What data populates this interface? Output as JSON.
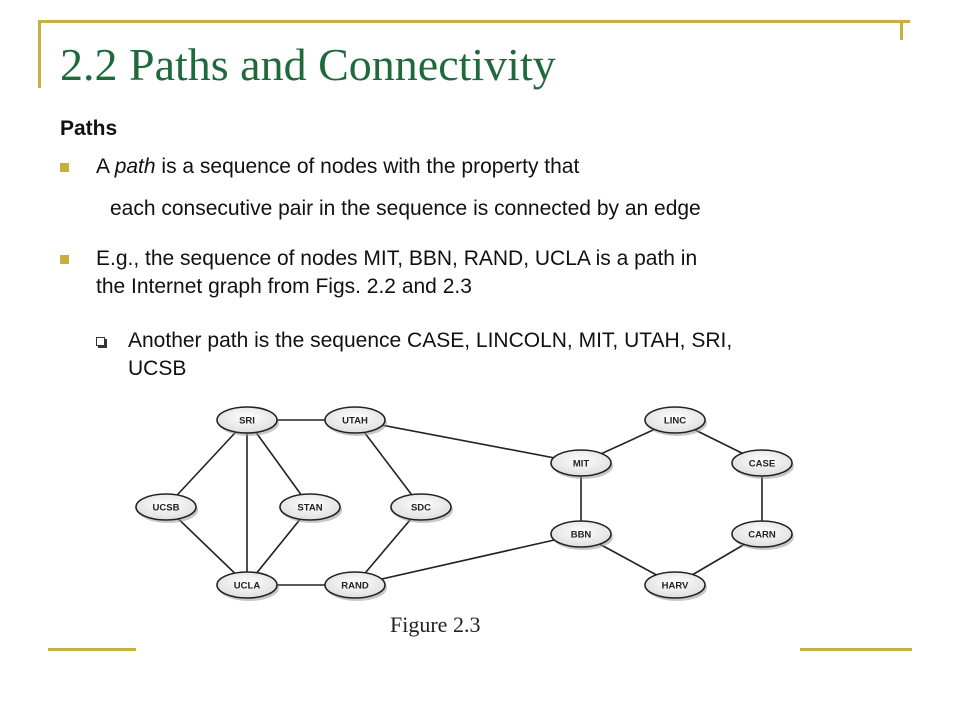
{
  "slide": {
    "title": "2.2 Paths and Connectivity",
    "heading": "Paths",
    "bullet1_pre": "A ",
    "bullet1_em": "path",
    "bullet1_post": " is a sequence of nodes with the property that",
    "indent_line": "each consecutive pair in the sequence is connected by an edge",
    "bullet2_line1": "E.g., the sequence of nodes MIT, BBN, RAND, UCLA is a path in",
    "bullet2_line2": "the Internet graph from Figs. 2.2 and 2.3",
    "sub_line1": "Another path is the sequence CASE, LINCOLN, MIT, UTAH, SRI,",
    "sub_line2": "UCSB",
    "caption": "Figure 2.3"
  },
  "graph": {
    "nodes": [
      "SRI",
      "UTAH",
      "UCSB",
      "STAN",
      "SDC",
      "UCLA",
      "RAND",
      "MIT",
      "BBN",
      "LINC",
      "CASE",
      "CARN",
      "HARV"
    ],
    "edges": [
      [
        "SRI",
        "UTAH"
      ],
      [
        "SRI",
        "UCSB"
      ],
      [
        "SRI",
        "STAN"
      ],
      [
        "SRI",
        "UCLA"
      ],
      [
        "UCSB",
        "UCLA"
      ],
      [
        "STAN",
        "UCLA"
      ],
      [
        "UCLA",
        "RAND"
      ],
      [
        "UTAH",
        "SDC"
      ],
      [
        "UTAH",
        "MIT"
      ],
      [
        "SDC",
        "RAND"
      ],
      [
        "RAND",
        "BBN"
      ],
      [
        "MIT",
        "BBN"
      ],
      [
        "MIT",
        "LINC"
      ],
      [
        "LINC",
        "CASE"
      ],
      [
        "CASE",
        "CARN"
      ],
      [
        "CARN",
        "HARV"
      ],
      [
        "HARV",
        "BBN"
      ]
    ]
  },
  "colors": {
    "title": "#1f6a3c",
    "accent": "#c8b040",
    "node_fill": "#f4f4f4",
    "edge": "#222222"
  }
}
